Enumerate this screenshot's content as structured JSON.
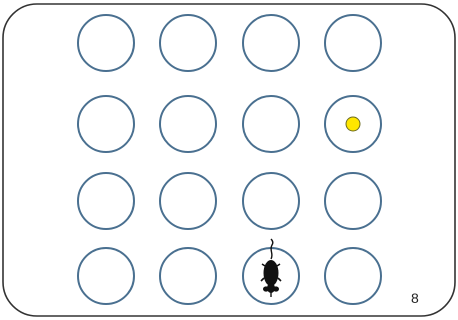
{
  "game": {
    "trial_number": "8",
    "grid": {
      "rows": 4,
      "cols": 4
    },
    "wells": [
      {
        "row": 1,
        "col": 1,
        "content": "empty"
      },
      {
        "row": 1,
        "col": 2,
        "content": "empty"
      },
      {
        "row": 1,
        "col": 3,
        "content": "empty"
      },
      {
        "row": 1,
        "col": 4,
        "content": "empty"
      },
      {
        "row": 2,
        "col": 1,
        "content": "empty"
      },
      {
        "row": 2,
        "col": 2,
        "content": "empty"
      },
      {
        "row": 2,
        "col": 3,
        "content": "empty"
      },
      {
        "row": 2,
        "col": 4,
        "content": "reward"
      },
      {
        "row": 3,
        "col": 1,
        "content": "empty"
      },
      {
        "row": 3,
        "col": 2,
        "content": "empty"
      },
      {
        "row": 3,
        "col": 3,
        "content": "empty"
      },
      {
        "row": 3,
        "col": 4,
        "content": "empty"
      },
      {
        "row": 4,
        "col": 1,
        "content": "empty"
      },
      {
        "row": 4,
        "col": 2,
        "content": "empty"
      },
      {
        "row": 4,
        "col": 3,
        "content": "mouse"
      },
      {
        "row": 4,
        "col": 4,
        "content": "empty"
      }
    ],
    "mouse_icon": "mouse-icon",
    "reward_icon": "yellow-dot-reward-icon",
    "colors": {
      "arena_border": "#333333",
      "well_border": "#4a7090",
      "reward_fill": "#ffe600",
      "reward_stroke": "#6b6b20",
      "mouse_fill": "#111111"
    }
  }
}
